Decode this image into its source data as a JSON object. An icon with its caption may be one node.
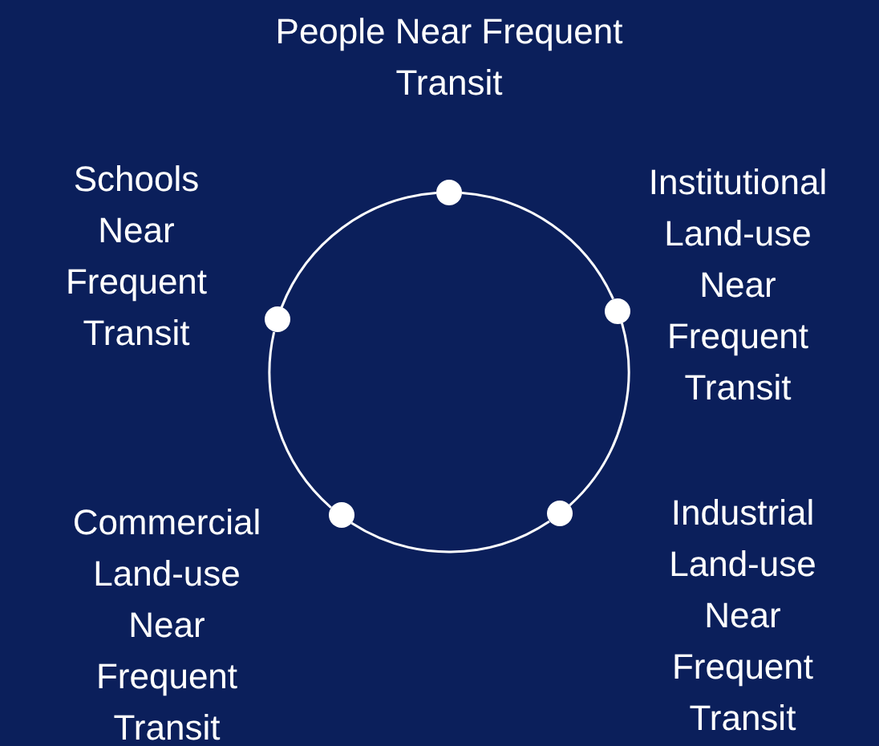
{
  "diagram": {
    "nodes": [
      {
        "text": [],
        "shape": "circle",
        "beside": [
          "People Near Frequent Transit"
        ]
      },
      {
        "text": [],
        "shape": "circle",
        "beside": [
          "Schools Near Frequent Transit"
        ]
      },
      {
        "text": [],
        "shape": "circle",
        "beside": [
          "Institutional Land-use Near Frequent Transit"
        ]
      },
      {
        "text": [],
        "shape": "circle",
        "beside": [
          "Commercial Land-use Near Frequent Transit"
        ]
      },
      {
        "text": [],
        "shape": "circle",
        "beside": [
          "Industrial Land-use Near Frequent Transit"
        ]
      }
    ],
    "edges": [
      {
        "from": 0,
        "to": 2,
        "arrow": "none"
      },
      {
        "from": 2,
        "to": 4,
        "arrow": "none"
      },
      {
        "from": 4,
        "to": 3,
        "arrow": "none"
      },
      {
        "from": 3,
        "to": 1,
        "arrow": "none"
      },
      {
        "from": 1,
        "to": 0,
        "arrow": "none"
      }
    ]
  }
}
